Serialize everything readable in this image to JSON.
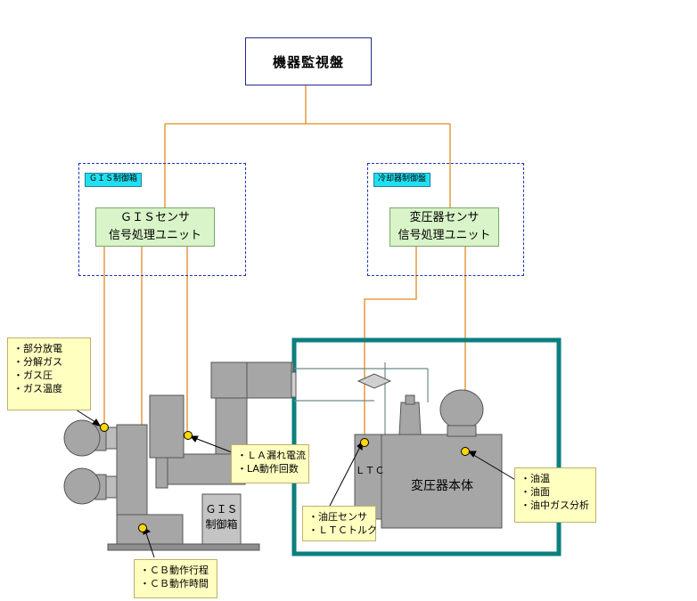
{
  "monitor_panel": {
    "label": "機器監視盤"
  },
  "gis_control_box": {
    "tag": "ＧＩＳ制御箱"
  },
  "cooler_panel": {
    "tag": "冷却器制御盤"
  },
  "gis_unit": {
    "line1": "ＧＩＳセンサ",
    "line2": "信号処理ユニット"
  },
  "transformer_unit": {
    "line1": "変圧器センサ",
    "line2": "信号処理ユニット"
  },
  "gis_sensor_note": {
    "items": [
      "・部分放電",
      "・分解ガス",
      "・ガス圧",
      "・ガス温度"
    ]
  },
  "la_note": {
    "items": [
      "・ＬＡ漏れ電流",
      "・LA動作回数"
    ]
  },
  "cb_note": {
    "items": [
      "・ＣＢ動作行程",
      "・ＣＢ動作時間"
    ]
  },
  "ltc_note": {
    "items": [
      "・油圧センサ",
      "・ＬＴＣトルク"
    ]
  },
  "oil_note": {
    "items": [
      "・油温",
      "・油面",
      "・油中ガス分析"
    ]
  },
  "gis_control_label": {
    "line1": "ＧＩＳ",
    "line2": "制御箱"
  },
  "ltc_label": "ＬＴＣ",
  "transformer_body_label": "変圧器本体",
  "colors": {
    "connection_line": "#e08a20",
    "dashed_border": "#2030c0",
    "enclosure": "#0d7f7f",
    "equipment": "#a6a6a6",
    "unit_fill": "#d8f4c8",
    "note_fill": "#ffffc0",
    "sensor_dot": "#ffd800"
  }
}
